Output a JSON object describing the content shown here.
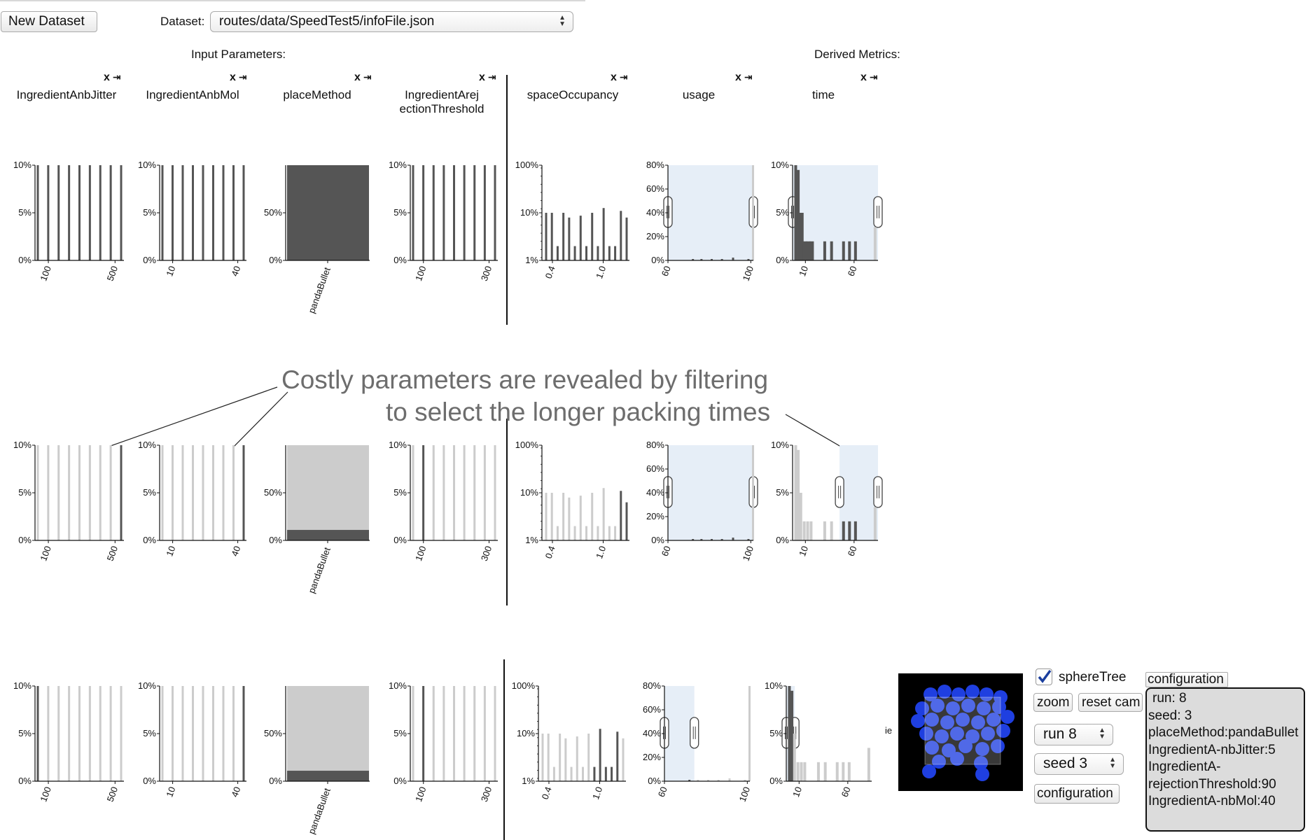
{
  "toolbar": {
    "new_dataset_label": "New Dataset",
    "dataset_label": "Dataset:",
    "dataset_value": "routes/data/SpeedTest5/infoFile.json"
  },
  "section_labels": {
    "input": "Input Parameters:",
    "derived": "Derived Metrics:"
  },
  "column_controls": {
    "close": "x",
    "pin": "⇥"
  },
  "columns": [
    {
      "title_line1": "IngredientAnbJitter",
      "title_line2": ""
    },
    {
      "title_line1": "IngredientAnbMol",
      "title_line2": ""
    },
    {
      "title_line1": "placeMethod",
      "title_line2": ""
    },
    {
      "title_line1": "IngredientArej",
      "title_line2": "ectionThreshold"
    },
    {
      "title_line1": "spaceOccupancy",
      "title_line2": ""
    },
    {
      "title_line1": "usage",
      "title_line2": ""
    },
    {
      "title_line1": "time",
      "title_line2": ""
    }
  ],
  "annotation": {
    "line1": "Costly parameters are revealed by filtering",
    "line2": "to select the longer packing times"
  },
  "viewer": {
    "checkbox_label": "sphereTree",
    "checkbox_checked": true,
    "zoom_label": "zoom",
    "reset_label": "reset cam",
    "run_value": "run 8",
    "seed_value": "seed 3",
    "configuration_button": "configuration",
    "configuration_tab": "configuration",
    "side_label": "ie",
    "config_lines": [
      "run: 8",
      "seed: 3",
      "placeMethod:pandaBullet",
      "IngredientA-nbJitter:5",
      "IngredientA-",
      "rejectionThreshold:90",
      "IngredientA-nbMol:40"
    ]
  },
  "chart_data": [
    {
      "type": "bar",
      "name": "IngredientAnbJitter",
      "x_ticks": [
        "100",
        "500"
      ],
      "y_ticks": [
        "10%",
        "5%",
        "0%"
      ],
      "rows": [
        {
          "bars": 9,
          "highlight": "all"
        },
        {
          "bars": 9,
          "highlight": [
            8
          ]
        },
        {
          "bars": 9,
          "highlight": [
            0
          ]
        }
      ]
    },
    {
      "type": "bar",
      "name": "IngredientAnbMol",
      "x_ticks": [
        "10",
        "40"
      ],
      "y_ticks": [
        "10%",
        "5%",
        "0%"
      ],
      "rows": [
        {
          "bars": 9,
          "highlight": "all"
        },
        {
          "bars": 9,
          "highlight": [
            8
          ]
        },
        {
          "bars": 9,
          "highlight": [
            8
          ]
        }
      ]
    },
    {
      "type": "bar",
      "name": "placeMethod",
      "categories": [
        "pandaBullet"
      ],
      "y_ticks": [
        "50%",
        "0%"
      ],
      "rows": [
        {
          "selected_fraction": 1.0
        },
        {
          "selected_fraction": 0.1
        },
        {
          "selected_fraction": 0.1
        }
      ]
    },
    {
      "type": "bar",
      "name": "IngredientArejectionThreshold",
      "x_ticks": [
        "100",
        "300"
      ],
      "y_ticks": [
        "10%",
        "5%",
        "0%"
      ],
      "rows": [
        {
          "bars": 9,
          "highlight": "all"
        },
        {
          "bars": 9,
          "highlight": [
            1
          ]
        },
        {
          "bars": 9,
          "highlight": [
            1
          ]
        }
      ]
    },
    {
      "type": "bar",
      "name": "spaceOccupancy",
      "x_ticks": [
        "0.4",
        "1.0"
      ],
      "y_ticks": [
        "100%",
        "10%",
        "1%"
      ],
      "y_scale": "log"
    },
    {
      "type": "bar",
      "name": "usage",
      "x_ticks": [
        "60",
        "100"
      ],
      "y_ticks": [
        "80%",
        "60%",
        "40%",
        "20%",
        "0%"
      ],
      "brush": [
        {
          "from": 0.0,
          "to": 1.0
        },
        {
          "from": 0.0,
          "to": 1.0
        },
        {
          "from": 0.0,
          "to": 0.35
        }
      ]
    },
    {
      "type": "bar",
      "name": "time",
      "x_ticks": [
        "10",
        "60"
      ],
      "y_ticks": [
        "10%",
        "5%",
        "0%"
      ],
      "brush": [
        {
          "from": 0.0,
          "to": 1.0
        },
        {
          "from": 0.55,
          "to": 1.0
        },
        {
          "from": 0.0,
          "to": 0.1
        }
      ]
    }
  ],
  "colors": {
    "bar_dark": "#555555",
    "bar_light": "#cccccc",
    "brush": "#e6eef7",
    "annotation_text": "#6d6d6d",
    "render_background": "#000000",
    "sphere": "#1f3fe0"
  }
}
